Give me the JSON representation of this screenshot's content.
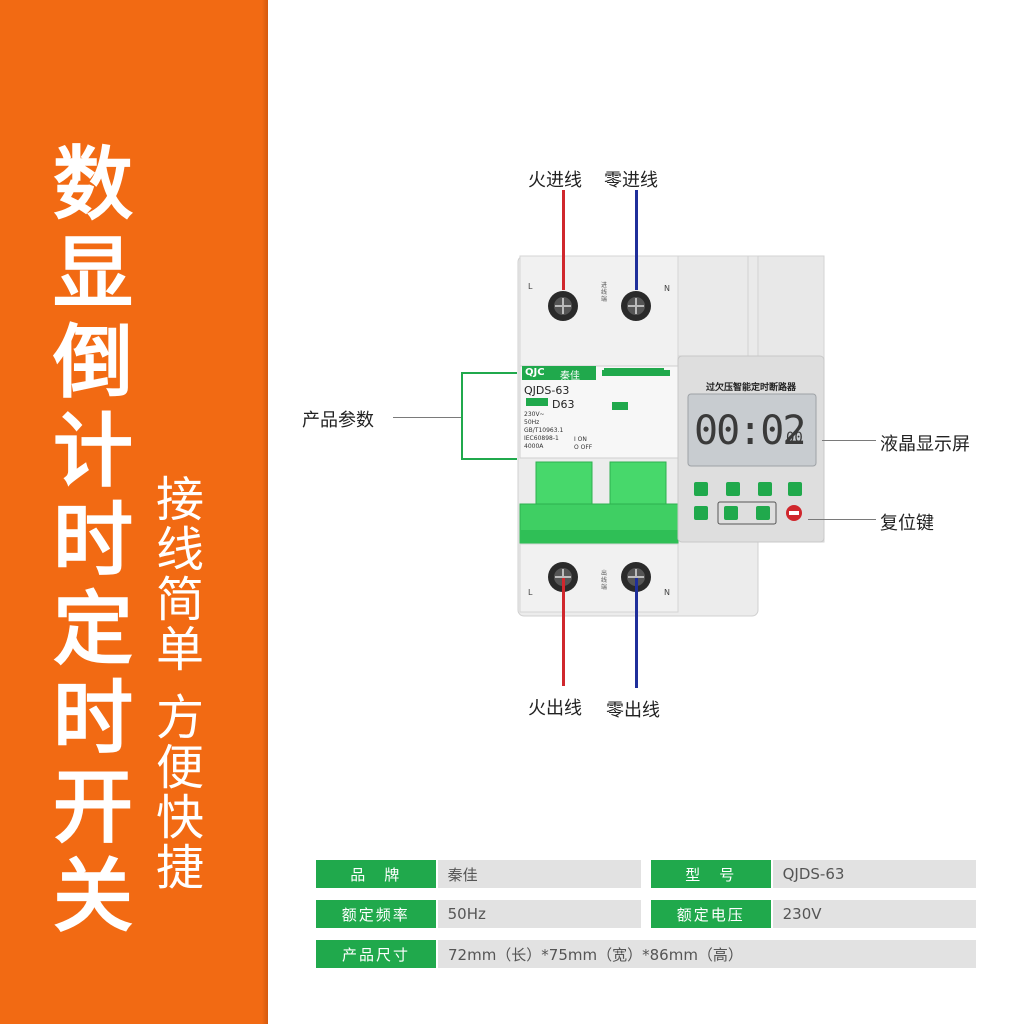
{
  "headline": [
    "数",
    "显",
    "倒",
    "计",
    "时",
    "定",
    "时",
    "开",
    "关"
  ],
  "subline_a": [
    "接",
    "线",
    "简",
    "单"
  ],
  "subline_b": [
    "方",
    "便",
    "快",
    "捷"
  ],
  "labels": {
    "live_in": "火进线",
    "neutral_in": "零进线",
    "live_out": "火出线",
    "neutral_out": "零出线",
    "params": "产品参数",
    "lcd": "液晶显示屏",
    "reset": "复位键"
  },
  "device": {
    "brand_logo": "QJC",
    "brand_cn": "秦佳",
    "model": "QJDS-63",
    "rating": "D63",
    "specs": [
      "230V~",
      "50Hz",
      "GB/T10963.1",
      "IEC60898-1",
      "4000A"
    ],
    "on_text": "I ON",
    "off_text": "O OFF",
    "panel_title": "过欠压智能定时断路器",
    "time": "00:02",
    "seconds": "00",
    "terminal_l": "L",
    "terminal_n": "N",
    "in_tag": "进线端",
    "out_tag": "出线端"
  },
  "colors": {
    "orange": "#f26a13",
    "green": "#20a94c",
    "live": "#d0272d",
    "neutral": "#1f2f9a"
  },
  "table": [
    [
      {
        "h": "品　牌",
        "v": "秦佳"
      },
      {
        "h": "型　号",
        "v": "QJDS-63"
      }
    ],
    [
      {
        "h": "额定频率",
        "v": "50Hz"
      },
      {
        "h": "额定电压",
        "v": "230V"
      }
    ],
    [
      {
        "h": "产品尺寸",
        "v": "72mm（长）*75mm（宽）*86mm（高）"
      }
    ]
  ]
}
